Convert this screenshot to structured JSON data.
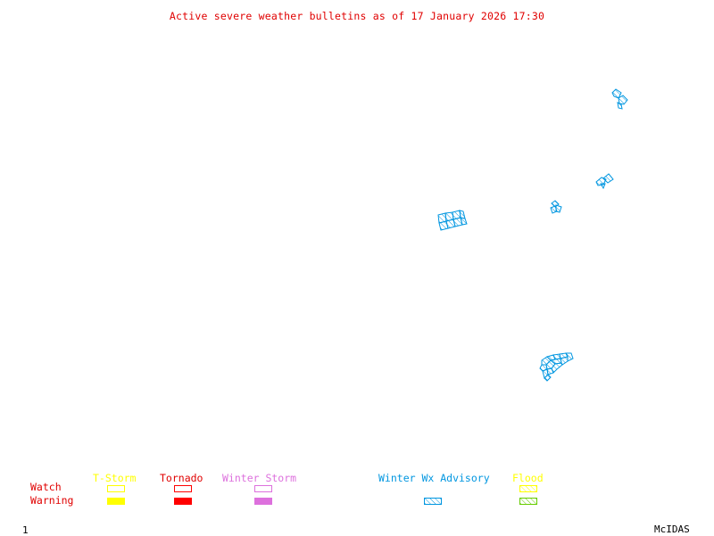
{
  "title": "Active severe weather bulletins as of 17 January 2026 17:30",
  "frame_number": "1",
  "brand": "McIDAS",
  "colors": {
    "title": "#e00000",
    "tstorm": "#ffff00",
    "tornado": "#ff0000",
    "winter_storm": "#dd70dd",
    "winter_wx_advisory": "#0096e0",
    "flood_watch": "#ffff00",
    "flood_warning": "#66cc00",
    "row_labels": "#e00000"
  },
  "legend": {
    "row_labels": {
      "watch": "Watch",
      "warning": "Warning"
    },
    "categories": [
      {
        "id": "tstorm",
        "label": "T-Storm",
        "watch": "outline",
        "warning": "filled"
      },
      {
        "id": "tornado",
        "label": "Tornado",
        "watch": "outline",
        "warning": "filled"
      },
      {
        "id": "winter_storm",
        "label": "Winter Storm",
        "watch": "outline",
        "warning": "filled"
      },
      {
        "id": "winter_wx_advisory",
        "label": "Winter Wx Advisory",
        "watch": null,
        "warning": "hatched"
      },
      {
        "id": "flood",
        "label": "Flood",
        "watch": "hatched",
        "warning": "hatched"
      }
    ]
  },
  "map": {
    "active_areas": [
      {
        "id": "area-northeast-1",
        "type": "Winter Wx Advisory"
      },
      {
        "id": "area-northeast-2",
        "type": "Winter Wx Advisory"
      },
      {
        "id": "area-northeast-3",
        "type": "Winter Wx Advisory"
      },
      {
        "id": "area-central",
        "type": "Winter Wx Advisory"
      },
      {
        "id": "area-southeast",
        "type": "Winter Wx Advisory"
      }
    ]
  }
}
